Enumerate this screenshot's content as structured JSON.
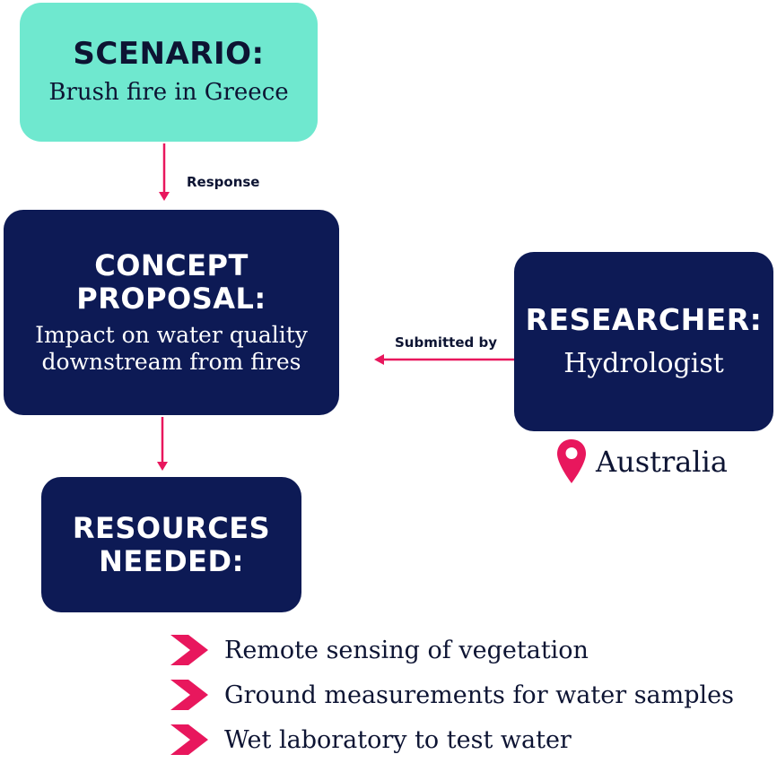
{
  "scenario": {
    "title": "SCENARIO:",
    "text": "Brush fire in Greece"
  },
  "concept": {
    "title": "CONCEPT PROPOSAL:",
    "text": "Impact on water quality downstream from fires"
  },
  "researcher": {
    "title": "RESEARCHER:",
    "text": "Hydrologist",
    "location": "Australia"
  },
  "resources": {
    "title": "RESOURCES NEEDED:",
    "items": [
      "Remote sensing of vegetation",
      "Ground measurements for water samples",
      "Wet laboratory to test water"
    ]
  },
  "edges": {
    "response": "Response",
    "submitted_by": "Submitted by"
  },
  "colors": {
    "teal": "#6fe8cf",
    "navy": "#0d1a55",
    "accent": "#e8175d",
    "text": "#0d1433"
  },
  "icons": {
    "location": "map-pin-icon",
    "bullet": "chevron-right-icon"
  }
}
